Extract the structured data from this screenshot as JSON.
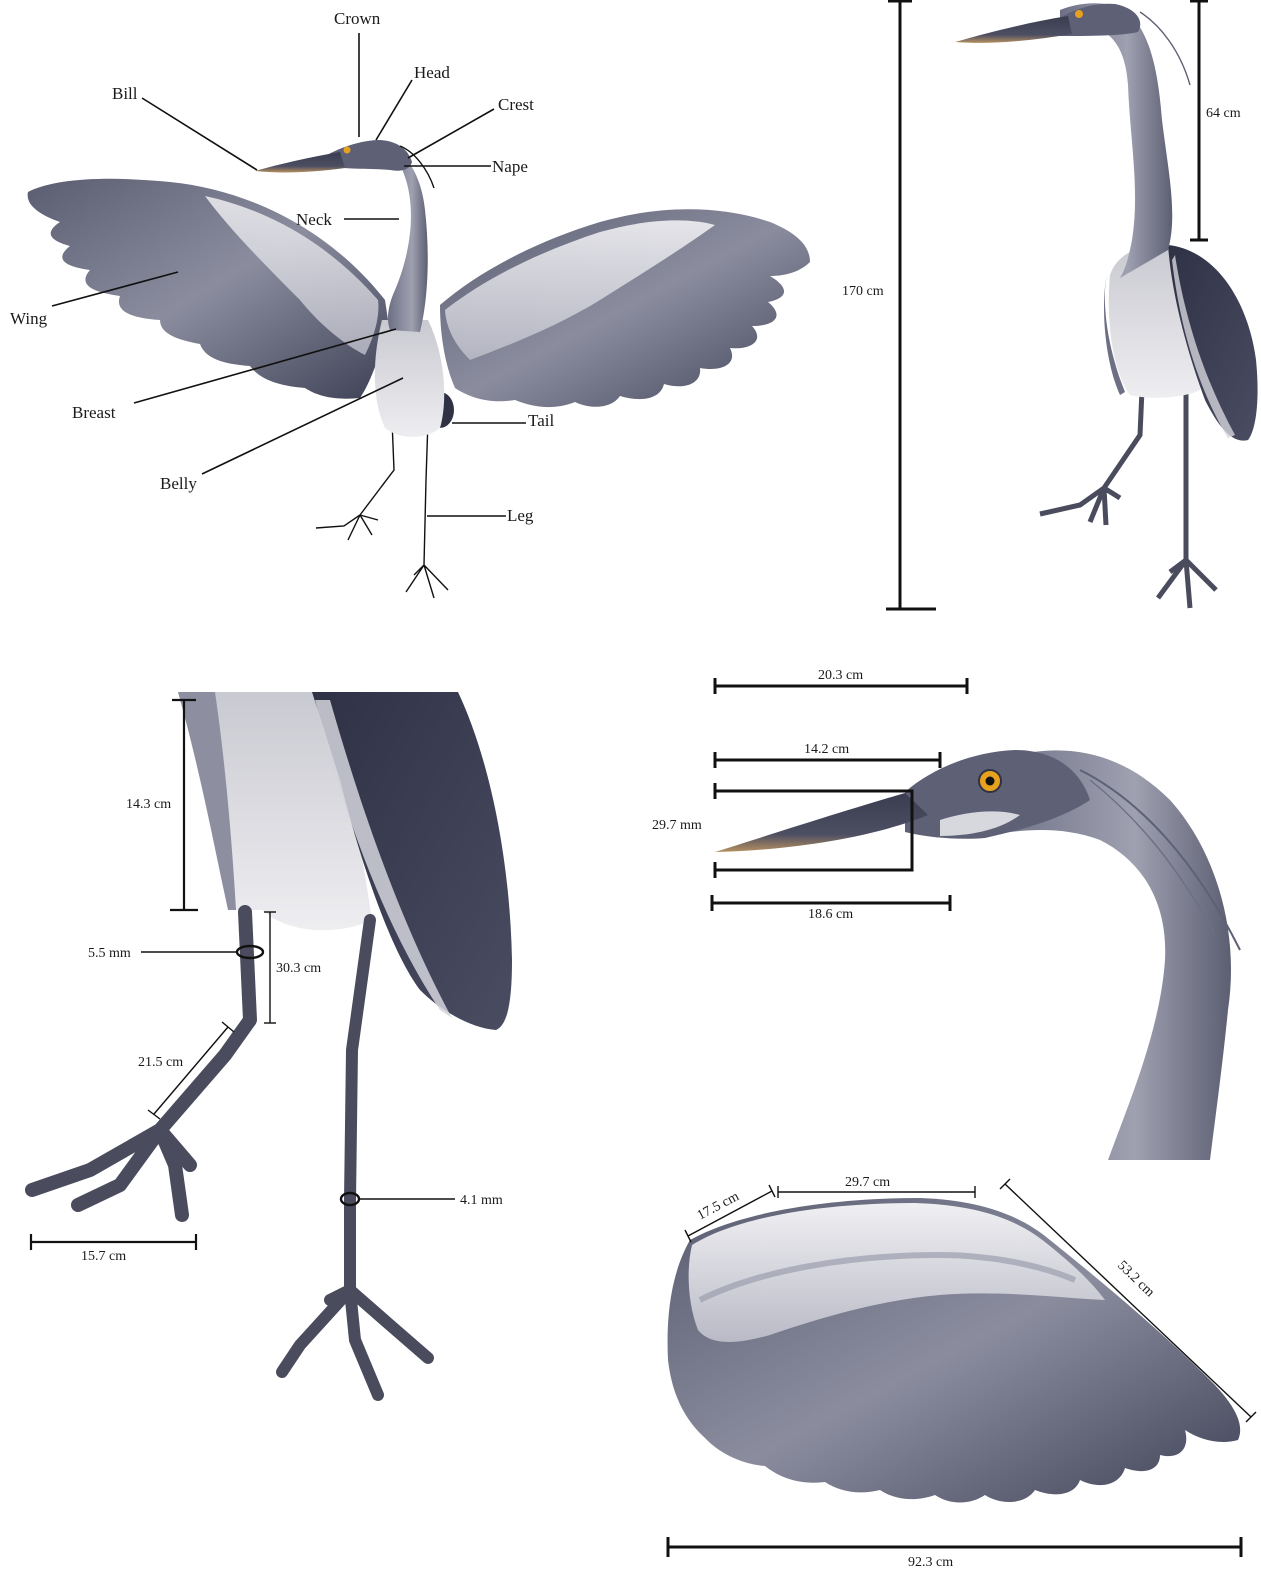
{
  "anatomy_labels": {
    "crown": "Crown",
    "head": "Head",
    "bill": "Bill",
    "crest": "Crest",
    "nape": "Nape",
    "neck": "Neck",
    "wing": "Wing",
    "breast": "Breast",
    "belly": "Belly",
    "tail": "Tail",
    "leg": "Leg"
  },
  "height_panel": {
    "total_height": "170 cm",
    "neck_length": "64 cm"
  },
  "leg_panel": {
    "upper_leg": "14.3 cm",
    "tarsus_length": "30.3 cm",
    "tarsus_width": "5.5 mm",
    "toe_length": "21.5 cm",
    "foot_width": "15.7 cm",
    "lower_leg_width": "4.1 mm"
  },
  "head_panel": {
    "head_length": "20.3 cm",
    "bill_length_upper": "14.2 cm",
    "bill_depth": "29.7 mm",
    "bill_length_lower": "18.6 cm"
  },
  "wing_panel": {
    "inner_edge": "17.5 cm",
    "top_edge": "29.7 cm",
    "outer_edge": "53.2 cm",
    "wingspan": "92.3 cm"
  },
  "colors": {
    "plumage_dark": "#3c3e52",
    "plumage_mid": "#7d7f92",
    "plumage_light": "#d9d9de",
    "eye": "#e6a21f",
    "bill_edge": "#b59060"
  }
}
